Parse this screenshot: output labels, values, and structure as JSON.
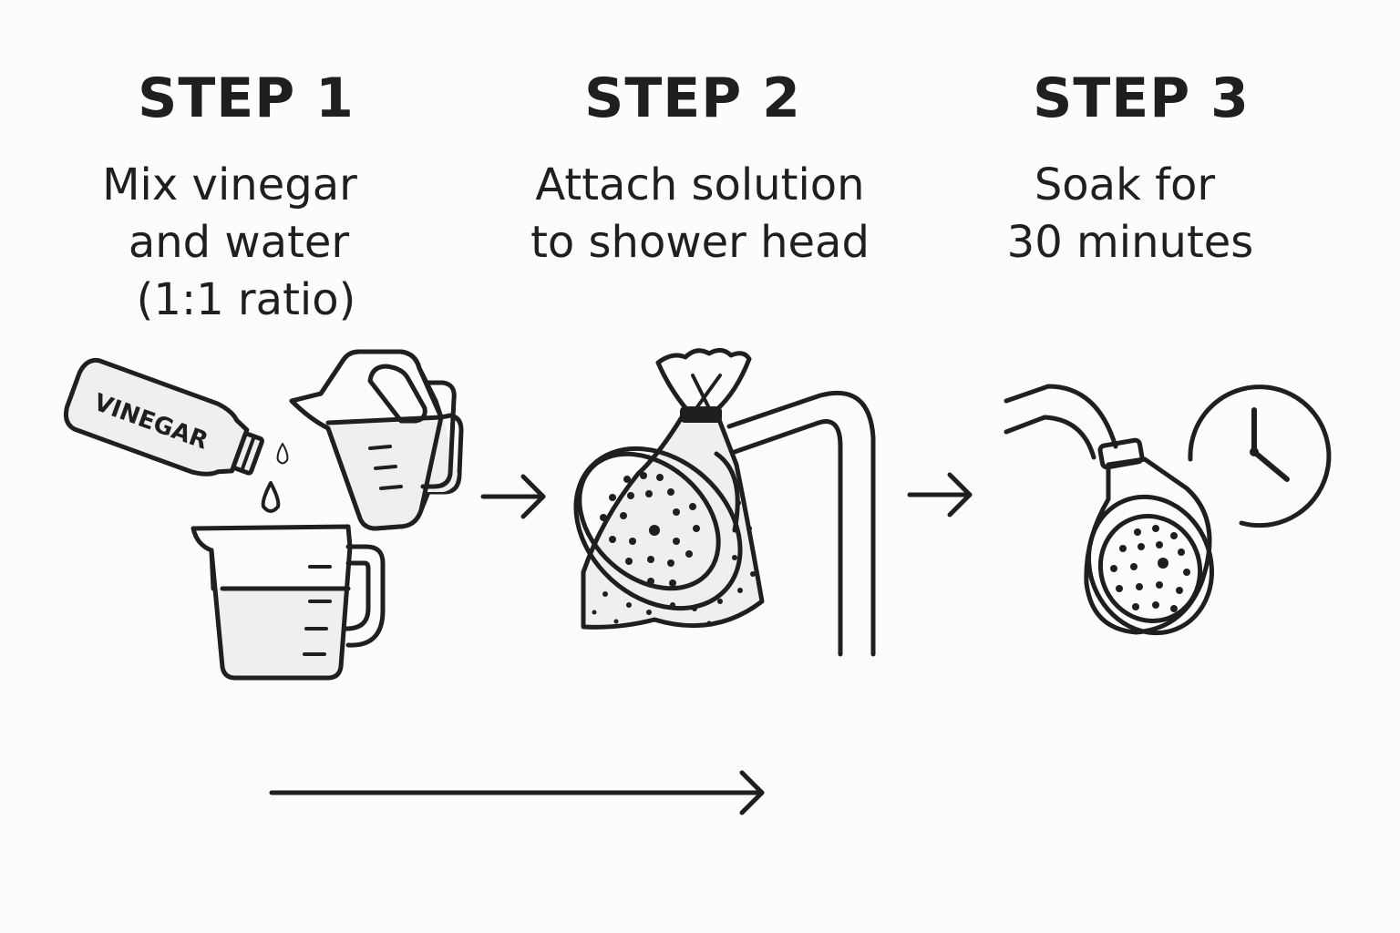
{
  "steps": [
    {
      "title": "STEP 1",
      "description": [
        "Mix vinegar",
        "and water",
        "(1:1 ratio)"
      ],
      "bottle_label": "VINEGAR",
      "icons": [
        "vinegar-bottle-icon",
        "water-pitcher-icon",
        "measuring-cup-icon"
      ]
    },
    {
      "title": "STEP 2",
      "description": [
        "Attach solution",
        "to shower head"
      ],
      "icons": [
        "plastic-bag-icon",
        "shower-head-icon",
        "shower-pipe-icon"
      ]
    },
    {
      "title": "STEP 3",
      "description": [
        "Soak for",
        "30 minutes"
      ],
      "icons": [
        "shower-head-icon",
        "clock-icon"
      ]
    }
  ],
  "colors": {
    "background": "#fcfcfb",
    "ink": "#1f1f1f",
    "fill": "#efefed"
  },
  "connectors": [
    "arrow-right-icon",
    "arrow-right-icon",
    "long-arrow-right-icon"
  ]
}
